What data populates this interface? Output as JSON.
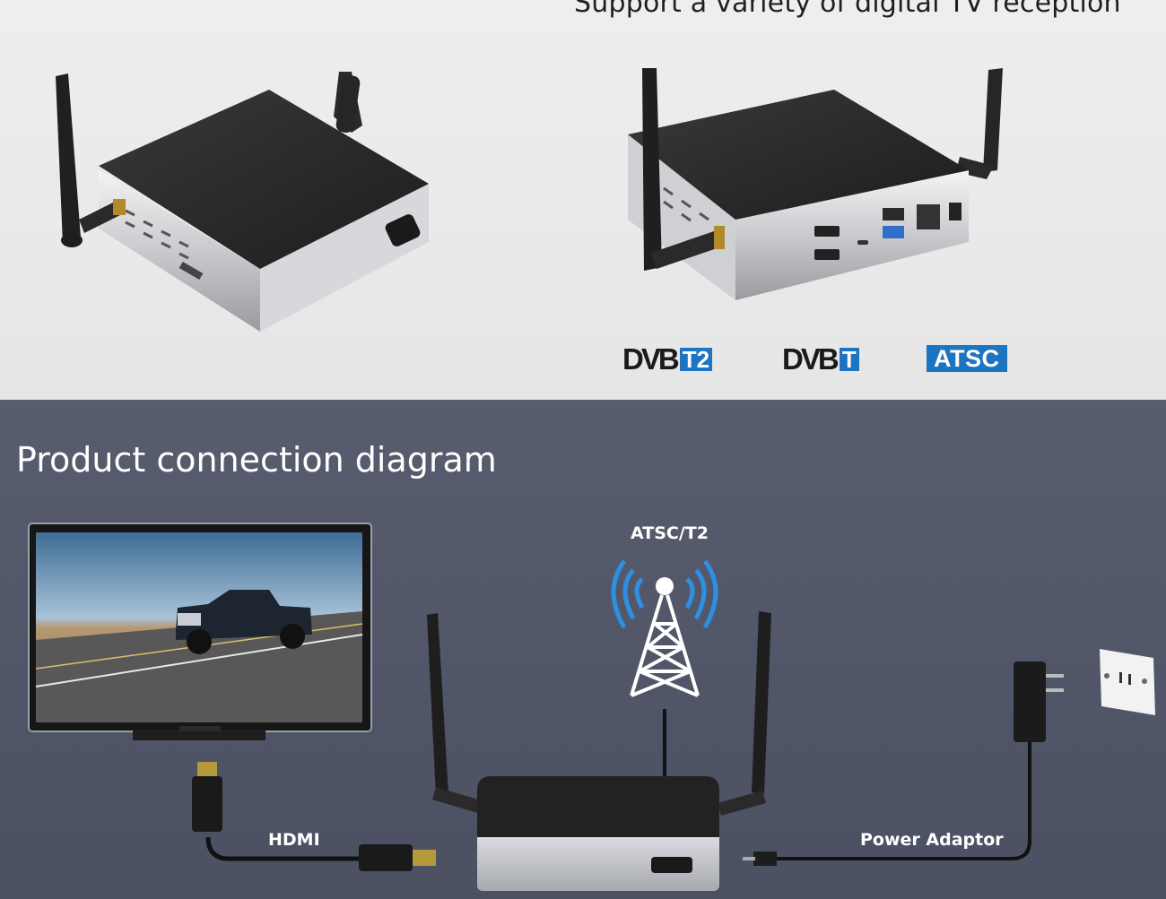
{
  "top": {
    "heading": "Support a variety of digital TV reception",
    "logos": {
      "dvbt2": {
        "main": "DVB",
        "sub": "T2"
      },
      "dvbt": {
        "main": "DVB",
        "sub": "T"
      },
      "atsc": {
        "text": "ATSC"
      }
    }
  },
  "bottom": {
    "heading": "Product connection diagram",
    "labels": {
      "antenna": "ATSC/T2",
      "hdmi": "HDMI",
      "power": "Power Adaptor"
    }
  },
  "colors": {
    "top_bg": "#ececec",
    "bottom_bg": "#525868",
    "brand_blue": "#1d74c0",
    "signal_blue": "#2f8fe0"
  }
}
